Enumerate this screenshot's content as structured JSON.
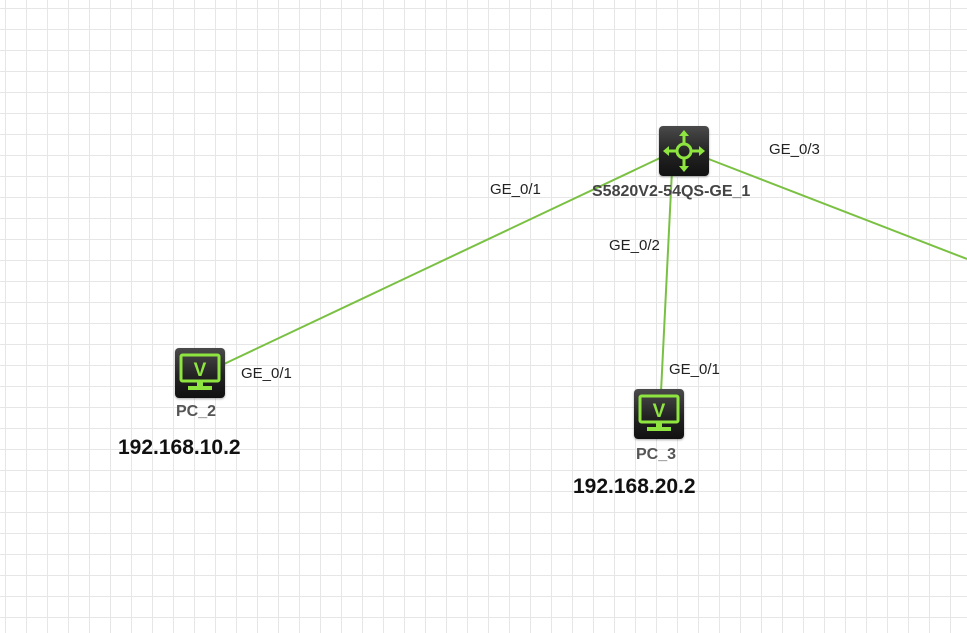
{
  "topology": {
    "link_color": "#7ac143",
    "icon_accent": "#8ee53f",
    "devices": {
      "switch": {
        "name": "S5820V2-54QS-GE_1",
        "icon": "switch-router-icon"
      },
      "pc2": {
        "name": "PC_2",
        "ip": "192.168.10.2",
        "icon": "pc-monitor-icon",
        "glyph": "V"
      },
      "pc3": {
        "name": "PC_3",
        "ip": "192.168.20.2",
        "icon": "pc-monitor-icon",
        "glyph": "V"
      }
    },
    "ports": {
      "switch_ge01": "GE_0/1",
      "switch_ge02": "GE_0/2",
      "switch_ge03": "GE_0/3",
      "pc2_ge01": "GE_0/1",
      "pc3_ge01": "GE_0/1"
    }
  }
}
